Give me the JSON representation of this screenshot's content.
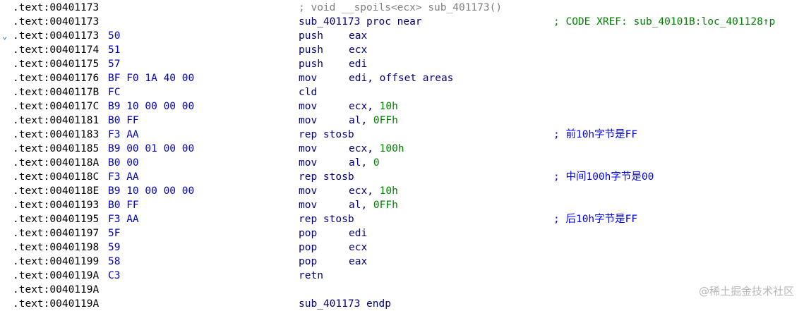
{
  "rows": [
    {
      "addr": ".text:00401173",
      "bytes": "",
      "text": "; void __spoils<ecx> sub_401173()",
      "kind": "gray",
      "comment": ""
    },
    {
      "addr": ".text:00401173",
      "bytes": "",
      "text": "sub_401173 proc near",
      "kind": "navy",
      "comment": "; CODE XREF: sub_40101B:loc_401128↑p",
      "commentColor": "green"
    },
    {
      "addr": ".text:00401173",
      "bytes": "50",
      "mnem": "push",
      "ops": [
        {
          "t": "eax"
        }
      ],
      "comment": "",
      "gutter": "⌄"
    },
    {
      "addr": ".text:00401174",
      "bytes": "51",
      "mnem": "push",
      "ops": [
        {
          "t": "ecx"
        }
      ],
      "comment": ""
    },
    {
      "addr": ".text:00401175",
      "bytes": "57",
      "mnem": "push",
      "ops": [
        {
          "t": "edi"
        }
      ],
      "comment": ""
    },
    {
      "addr": ".text:00401176",
      "bytes": "BF F0 1A 40 00",
      "mnem": "mov",
      "ops": [
        {
          "t": "edi, offset areas"
        }
      ],
      "comment": ""
    },
    {
      "addr": ".text:0040117B",
      "bytes": "FC",
      "mnem": "cld",
      "ops": [],
      "comment": ""
    },
    {
      "addr": ".text:0040117C",
      "bytes": "B9 10 00 00 00",
      "mnem": "mov",
      "ops": [
        {
          "t": "ecx, "
        },
        {
          "t": "10h",
          "c": "green"
        }
      ],
      "comment": ""
    },
    {
      "addr": ".text:00401181",
      "bytes": "B0 FF",
      "mnem": "mov",
      "ops": [
        {
          "t": "al, "
        },
        {
          "t": "0FFh",
          "c": "green"
        }
      ],
      "comment": ""
    },
    {
      "addr": ".text:00401183",
      "bytes": "F3 AA",
      "mnem": "rep stosb",
      "ops": [],
      "comment": "; 前10h字节是FF"
    },
    {
      "addr": ".text:00401185",
      "bytes": "B9 00 01 00 00",
      "mnem": "mov",
      "ops": [
        {
          "t": "ecx, "
        },
        {
          "t": "100h",
          "c": "green"
        }
      ],
      "comment": ""
    },
    {
      "addr": ".text:0040118A",
      "bytes": "B0 00",
      "mnem": "mov",
      "ops": [
        {
          "t": "al, "
        },
        {
          "t": "0",
          "c": "green"
        }
      ],
      "comment": ""
    },
    {
      "addr": ".text:0040118C",
      "bytes": "F3 AA",
      "mnem": "rep stosb",
      "ops": [],
      "comment": "; 中间100h字节是00"
    },
    {
      "addr": ".text:0040118E",
      "bytes": "B9 10 00 00 00",
      "mnem": "mov",
      "ops": [
        {
          "t": "ecx, "
        },
        {
          "t": "10h",
          "c": "green"
        }
      ],
      "comment": ""
    },
    {
      "addr": ".text:00401193",
      "bytes": "B0 FF",
      "mnem": "mov",
      "ops": [
        {
          "t": "al, "
        },
        {
          "t": "0FFh",
          "c": "green"
        }
      ],
      "comment": ""
    },
    {
      "addr": ".text:00401195",
      "bytes": "F3 AA",
      "mnem": "rep stosb",
      "ops": [],
      "comment": "; 后10h字节是FF"
    },
    {
      "addr": ".text:00401197",
      "bytes": "5F",
      "mnem": "pop",
      "ops": [
        {
          "t": "edi"
        }
      ],
      "comment": ""
    },
    {
      "addr": ".text:00401198",
      "bytes": "59",
      "mnem": "pop",
      "ops": [
        {
          "t": "ecx"
        }
      ],
      "comment": ""
    },
    {
      "addr": ".text:00401199",
      "bytes": "58",
      "mnem": "pop",
      "ops": [
        {
          "t": "eax"
        }
      ],
      "comment": ""
    },
    {
      "addr": ".text:0040119A",
      "bytes": "C3",
      "mnem": "retn",
      "ops": [],
      "comment": ""
    },
    {
      "addr": ".text:0040119A",
      "bytes": "",
      "text": "",
      "kind": "navy",
      "comment": ""
    },
    {
      "addr": ".text:0040119A",
      "bytes": "",
      "text": "sub_401173 endp",
      "kind": "navy",
      "comment": ""
    }
  ],
  "watermark": "@稀土掘金技术社区"
}
